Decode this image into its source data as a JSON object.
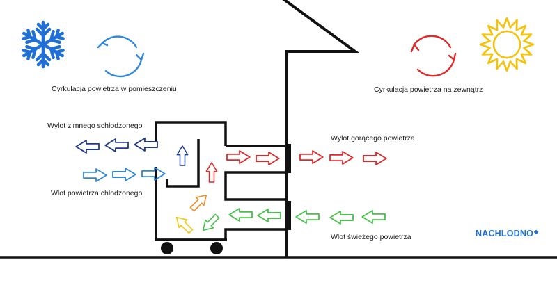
{
  "labels": {
    "circulation_indoor": "Cyrkulacja powietrza w pomieszczeniu",
    "circulation_outdoor": "Cyrkulacja powietrza na zewnątrz",
    "cold_outlet": "Wylot zimnego schłodzonego",
    "cooled_inlet": "Wlot powietrza chłodzonego",
    "hot_outlet": "Wylot  gorącego powietrza",
    "fresh_inlet": "Wlot  świeżego powietrza"
  },
  "brand": {
    "name": "NACHLODNO",
    "mark": "◆"
  },
  "icons": {
    "cold": "snowflake-icon",
    "heat": "sun-icon",
    "indoor_cycle": "circular-arrows-icon",
    "outdoor_cycle": "circular-arrows-icon"
  },
  "colors": {
    "cold_blue": "#2e86de",
    "snowflake": "#1f6fd6",
    "navy": "#1d3a8a",
    "hot_red": "#e32626",
    "fresh_green": "#46c14a",
    "orange": "#f08a24",
    "yellow": "#f2c811",
    "sun": "#f4c20d",
    "line": "#111111"
  }
}
